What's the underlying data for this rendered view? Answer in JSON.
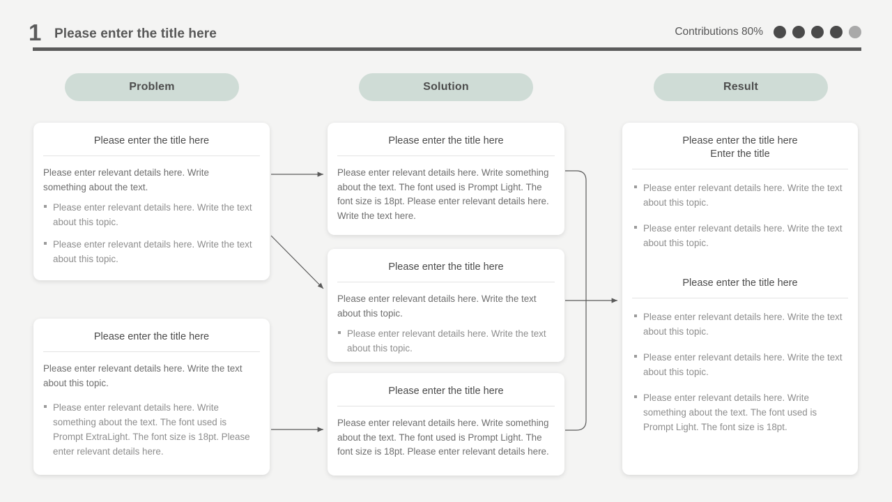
{
  "header": {
    "number": "1",
    "title": "Please enter the title here",
    "contributions_label": "Contributions 80%",
    "dots": [
      {
        "name": "dot-1",
        "filled": true
      },
      {
        "name": "dot-2",
        "filled": true
      },
      {
        "name": "dot-3",
        "filled": true
      },
      {
        "name": "dot-4",
        "filled": true
      },
      {
        "name": "dot-5",
        "filled": false
      }
    ],
    "accent_dark": "#4a4a4a",
    "accent_muted": "#a9a9a9",
    "rule_color": "#5b5b5b"
  },
  "columns": {
    "problem": {
      "label": "Problem"
    },
    "solution": {
      "label": "Solution"
    },
    "result": {
      "label": "Result"
    },
    "pill_color": "#cfdcd6",
    "pill_text_color": "#4d4d4d"
  },
  "cards": {
    "problem_1": {
      "title": "Please enter the title here",
      "paragraph": "Please enter relevant details here. Write something about the text.",
      "bullets": [
        "Please enter relevant details here. Write the text about this topic.",
        "Please enter relevant details here. Write the text about this topic."
      ]
    },
    "problem_2": {
      "title": "Please enter the title here",
      "paragraph": "Please enter relevant details here. Write the text about this topic.",
      "bullets": [
        "Please enter relevant details here. Write something about the text. The font used is Prompt ExtraLight. The font size is 18pt. Please enter relevant details here."
      ]
    },
    "solution_1": {
      "title": "Please enter the title here",
      "paragraph": "Please enter relevant details here. Write something about the text. The font used is Prompt Light. The font size is 18pt. Please enter relevant details here. Write the text here."
    },
    "solution_2": {
      "title": "Please enter the title here",
      "paragraph": "Please enter relevant details here. Write the text about this topic.",
      "bullets": [
        "Please enter relevant details here. Write the text about this topic."
      ]
    },
    "solution_3": {
      "title": "Please enter the title here",
      "paragraph": "Please enter relevant details here. Write something about the text. The font used is Prompt Light. The font size is 18pt. Please enter relevant details here."
    },
    "result_section_1": {
      "title_line_1": "Please enter the title here",
      "title_line_2": "Enter the title",
      "bullets": [
        "Please enter relevant details here. Write the text about this topic.",
        "Please enter relevant details here. Write the text about this topic."
      ]
    },
    "result_section_2": {
      "title": "Please enter the title here",
      "bullets": [
        "Please enter relevant details here. Write the text about this topic.",
        "Please enter relevant details here. Write the text about this topic.",
        "Please enter relevant details here. Write something about the text. The font used is Prompt Light. The font size is 18pt."
      ]
    }
  },
  "connectors": {
    "line_color": "#5a5a5a",
    "items": [
      {
        "name": "arrow-problem1-to-solution1",
        "kind": "straight-arrow"
      },
      {
        "name": "arrow-problem1-to-solution2",
        "kind": "diagonal-arrow"
      },
      {
        "name": "arrow-problem2-to-solution3",
        "kind": "straight-arrow"
      },
      {
        "name": "bracket-solutions-to-result",
        "kind": "bracket-arrow"
      }
    ]
  }
}
